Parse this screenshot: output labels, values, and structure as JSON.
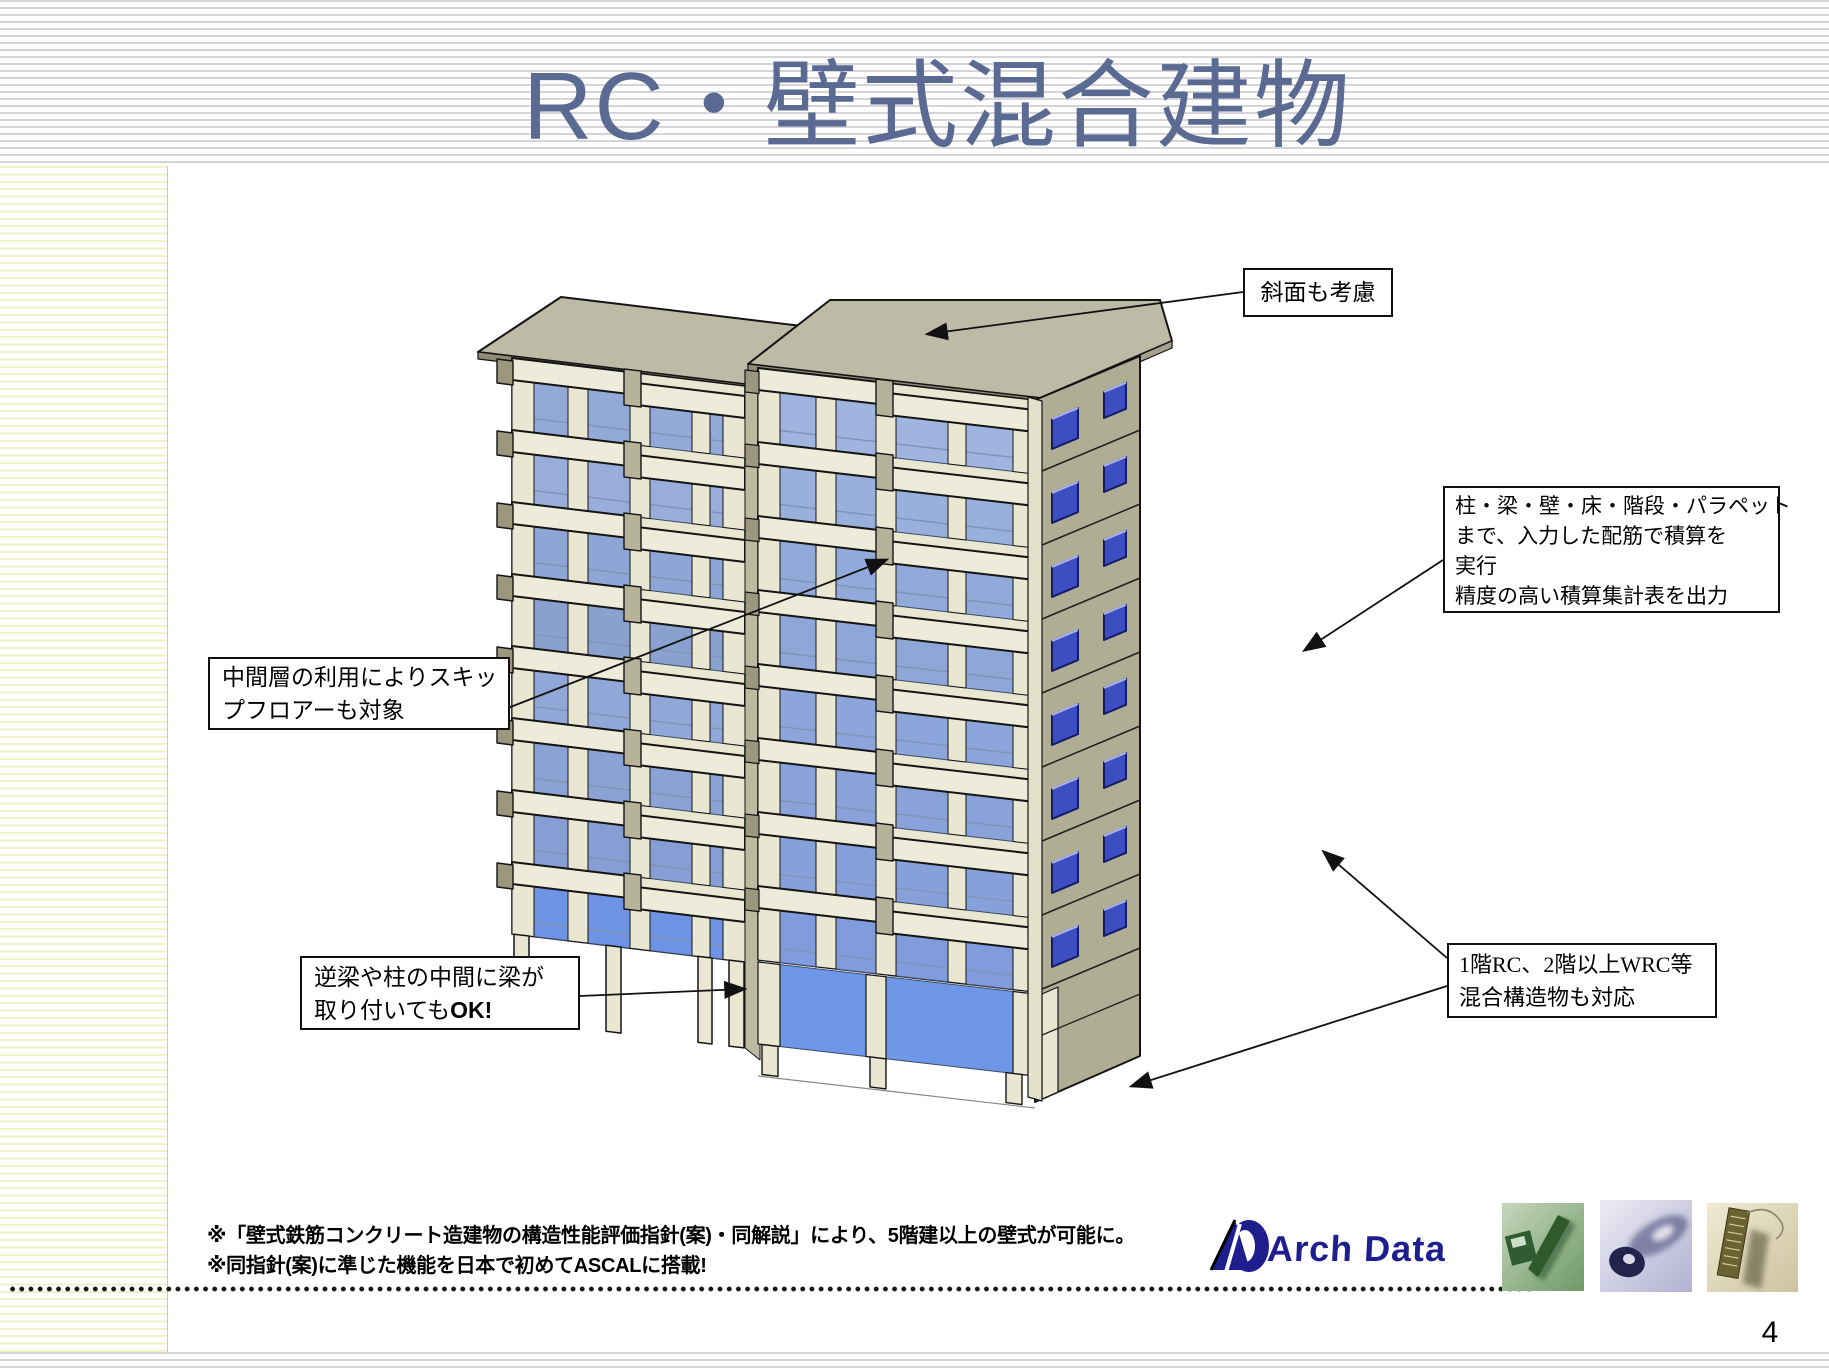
{
  "slide": {
    "title": "RC・壁式混合建物",
    "page_number": "4",
    "footnotes": [
      "※「壁式鉄筋コンクリート造建物の構造性能評価指針(案)・同解説」により、5階建以上の壁式が可能に。",
      "※同指針(案)に準じた機能を日本で初めてASCALに搭載!"
    ]
  },
  "callouts": {
    "slope": "斜面も考慮",
    "estimation": [
      "柱・梁・壁・床・階段・パラペット",
      "まで、入力した配筋で積算を",
      "実行",
      "精度の高い積算集計表を出力"
    ],
    "skip_floor": [
      "中間層の利用によりスキッ",
      "プフロアーも対象"
    ],
    "reverse_beam_line1": "逆梁や柱の中間に梁が",
    "reverse_beam_line2a": "取り付いても",
    "reverse_beam_line2b": "OK",
    "reverse_beam_line2c": "!",
    "mixed_structure": [
      "1階RC、2階以上WRC等",
      "混合構造物も対応"
    ]
  },
  "logo": {
    "text": "Arch Data"
  },
  "colors": {
    "title": "#5a6a92",
    "outline": "#141414",
    "wall": "#e9e7d2",
    "beam": "#edebd9",
    "wall_side": "#b0ad95",
    "roof": "#bdbaa6",
    "roof_fascia": "#8f8c78",
    "gap": "#bdbaa2",
    "stub": "#b5b29a",
    "cap": "#9b987f",
    "cap_dark": "#8f8c74",
    "slab_line": "#8094b8",
    "glass_frame": "#3a4a66",
    "glass_bright": "#6f97e8",
    "side_window": "#3c4ec2",
    "side_window_frame": "#141a64",
    "corner": "#e3e1ca",
    "logo_navy": "#1e1e8f",
    "stripe_gray": "#d4d4da",
    "stripe_yellow": "#f2f1c6"
  },
  "illustration": {
    "floors": 8,
    "left_glass": [
      "#93a9d8",
      "#98add9",
      "#8ea6d6",
      "#8aa1d0",
      "#90a7d8",
      "#8ba3d4",
      "#869ed4",
      "#6f93e4"
    ],
    "right_glass": [
      "#9fb5df",
      "#99b0dc",
      "#92aad9",
      "#8ea7d8",
      "#8ca5da",
      "#89a2da",
      "#86a0da",
      "#819cdc"
    ]
  }
}
